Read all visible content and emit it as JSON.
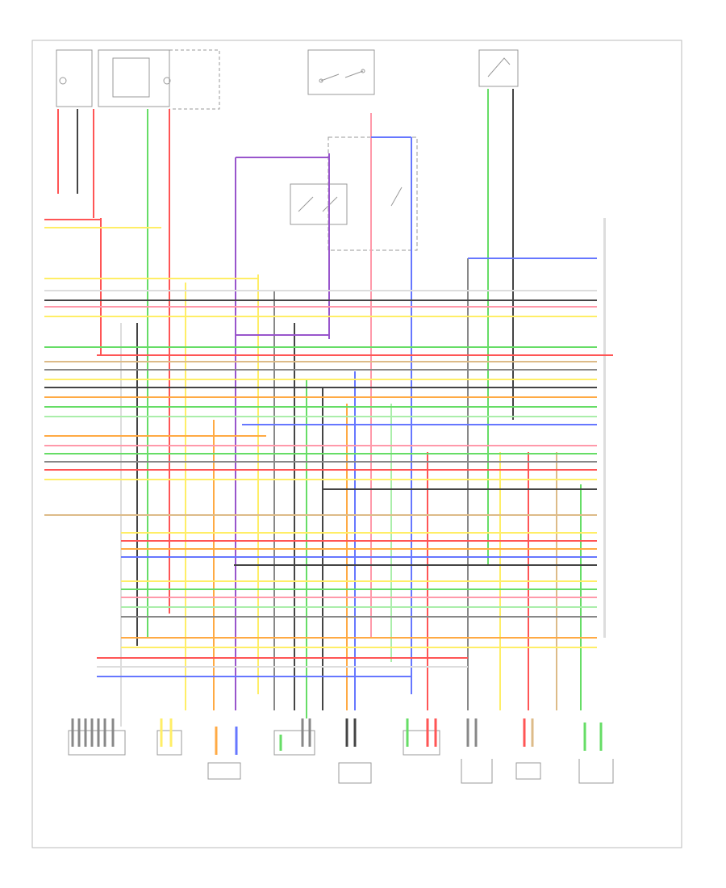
{
  "diagram": {
    "footer_code": "",
    "components": [
      {
        "id": "engine-sensor-group",
        "label": ""
      },
      {
        "id": "ignition-switch",
        "label": ""
      },
      {
        "id": "engine-relay",
        "label": ""
      },
      {
        "id": "main-relay",
        "label": ""
      },
      {
        "id": "engine-control-module",
        "label": ""
      },
      {
        "id": "knock-sensor",
        "label": ""
      },
      {
        "id": "idle-air-control-valve",
        "label": ""
      },
      {
        "id": "crank-position-sensor",
        "label": ""
      },
      {
        "id": "camshaft-position-sensor",
        "label": ""
      },
      {
        "id": "mass-air-flow-sensor",
        "label": ""
      },
      {
        "id": "throttle-position-sensor",
        "label": ""
      },
      {
        "id": "engine-coolant-temp-sensor",
        "label": ""
      },
      {
        "id": "intake-air-temp-sensor",
        "label": ""
      },
      {
        "id": "pressure-sensor",
        "label": ""
      }
    ]
  },
  "colors": {
    "red": "#ff5555",
    "green": "#66dd66",
    "light_green": "#aaeeaa",
    "yellow": "#ffee66",
    "orange": "#ffaa44",
    "blue": "#6677ff",
    "violet": "#9955cc",
    "gray": "#888888",
    "dark": "#444444",
    "pink": "#ff99aa",
    "tan": "#ddbb88",
    "frame": "#999999"
  }
}
